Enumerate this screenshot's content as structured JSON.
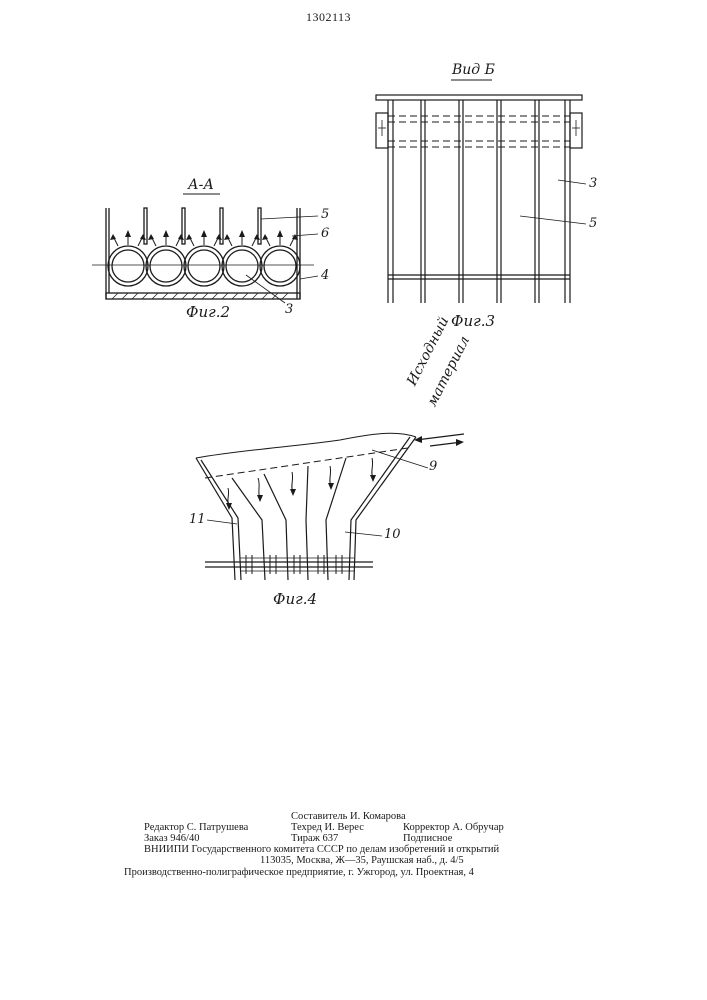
{
  "patent_number": "1302113",
  "fig2": {
    "section_label": "А-А",
    "caption": "Фиг.2",
    "callouts": {
      "c5": "5",
      "c6": "6",
      "c4": "4",
      "c3": "3"
    }
  },
  "fig3": {
    "view_label": "Вид Б",
    "caption": "Фиг.3",
    "callouts": {
      "c3": "3",
      "c5": "5"
    }
  },
  "fig4": {
    "caption": "Фиг.4",
    "material_label_line1": "Исходный",
    "material_label_line2": "материал",
    "callouts": {
      "c9": "9",
      "c10": "10",
      "c11": "11"
    }
  },
  "imprint": {
    "compiler": "Составитель И. Комарова",
    "editor": "Редактор С. Патрушева",
    "techred": "Техред И. Верес",
    "corrector": "Корректор А. Обручар",
    "order": "Заказ 946/40",
    "circulation": "Тираж 637",
    "subscription": "Подписное",
    "institute": "ВНИИПИ Государственного комитета СССР по делам изобретений и открытий",
    "address": "113035, Москва, Ж—35, Раушская наб., д. 4/5",
    "printer": "Производственно-полиграфическое предприятие, г. Ужгород, ул. Проектная, 4"
  }
}
